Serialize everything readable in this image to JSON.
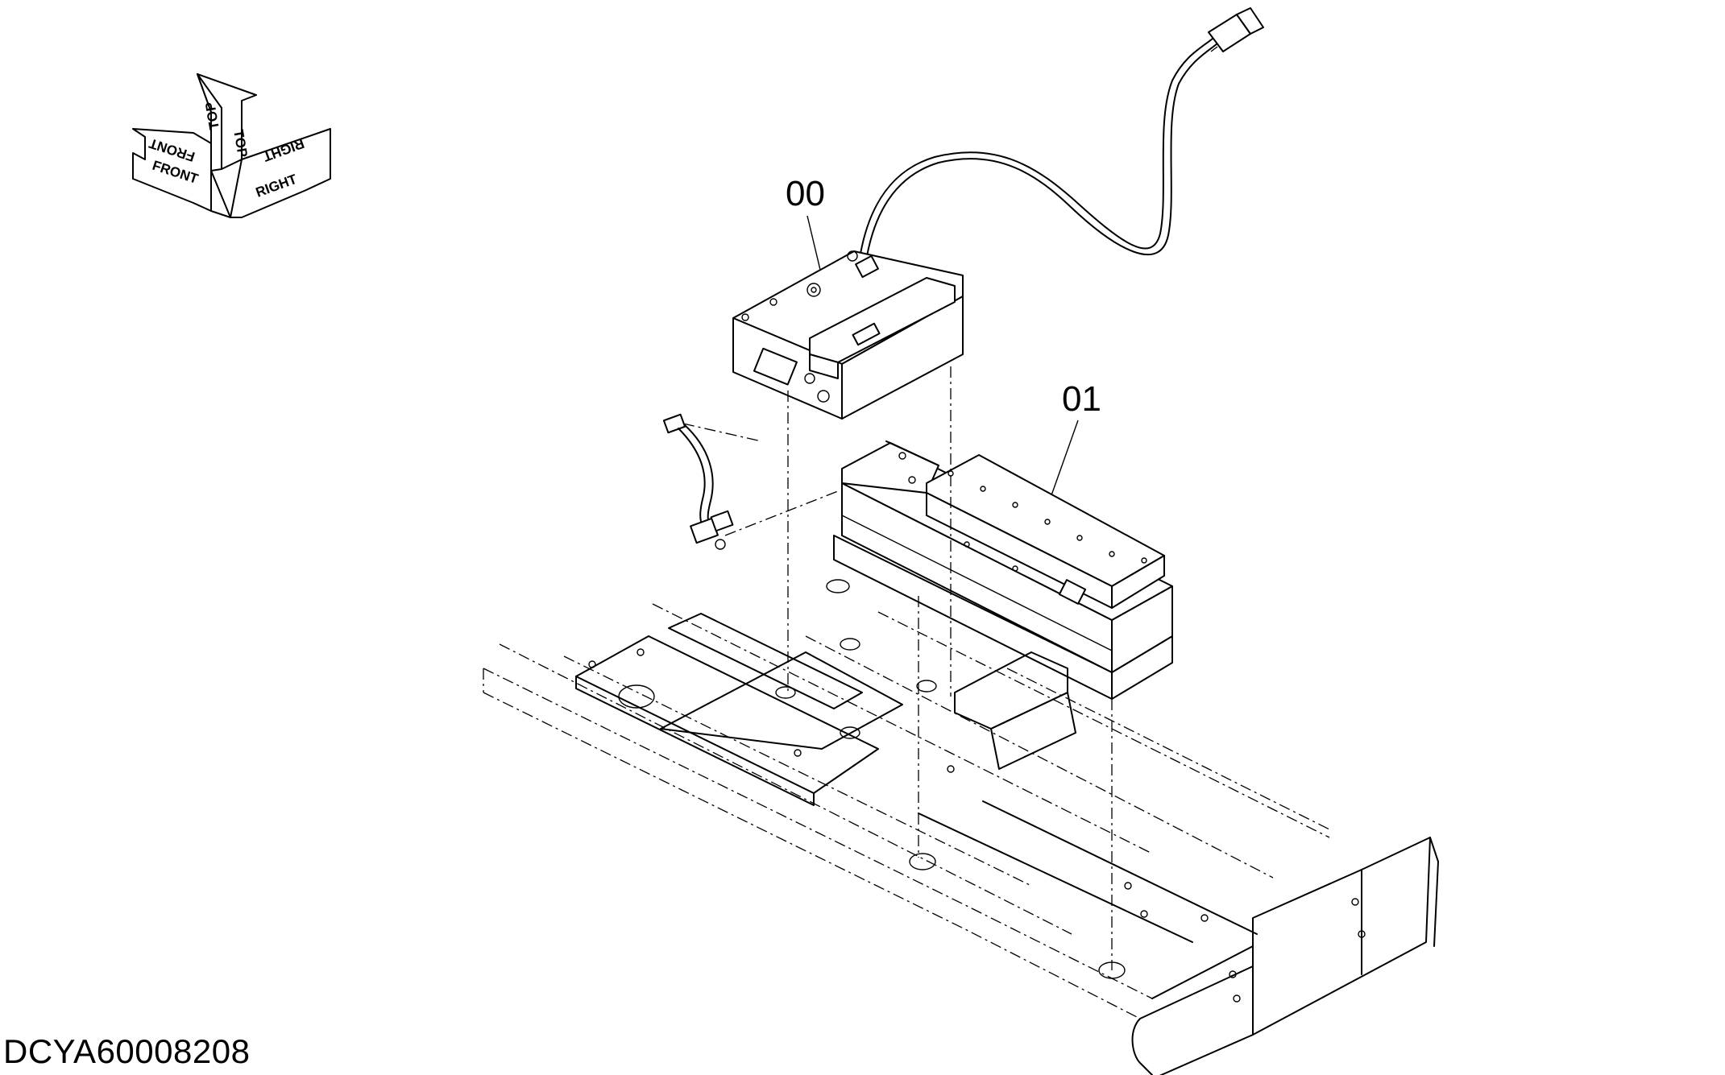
{
  "orientation": {
    "front_label": "FRONT",
    "top_label": "TOP",
    "right_label": "RIGHT"
  },
  "callouts": {
    "part_00": "00",
    "part_01": "01"
  },
  "document_id": "DCYA60008208"
}
